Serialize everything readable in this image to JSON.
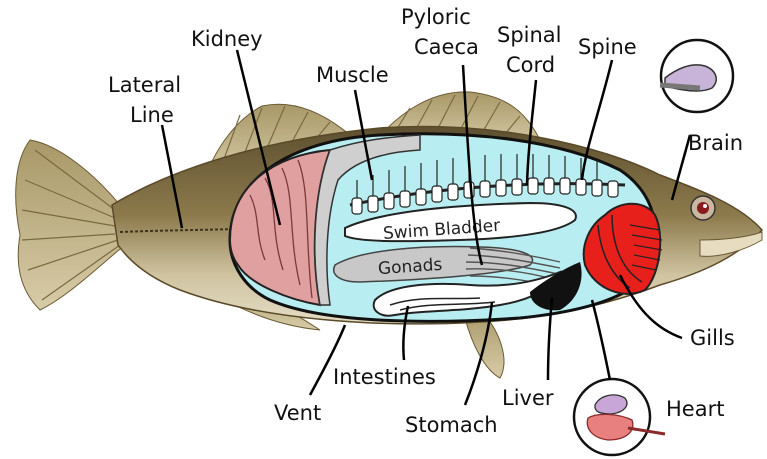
{
  "labels": {
    "kidney": "Kidney",
    "pyloric_caeca_1": "Pyloric",
    "pyloric_caeca_2": "Caeca",
    "spinal_cord_1": "Spinal",
    "spinal_cord_2": "Cord",
    "spine": "Spine",
    "lateral_line_1": "Lateral",
    "lateral_line_2": "Line",
    "muscle": "Muscle",
    "brain": "Brain",
    "swim_bladder": "Swim Bladder",
    "gonads": "Gonads",
    "gills": "Gills",
    "intestines": "Intestines",
    "vent": "Vent",
    "liver": "Liver",
    "stomach": "Stomach",
    "heart": "Heart"
  },
  "colors": {
    "body_cavity": "#b8eef2",
    "kidney": "#e0a0a0",
    "gills": "#e8201c",
    "swim_bladder": "#ffffff",
    "gonads": "#c8c8c8",
    "liver": "#111111",
    "fish_back": "#6b5a34",
    "fish_belly": "#d9cfae",
    "fin": "#b8a880"
  }
}
